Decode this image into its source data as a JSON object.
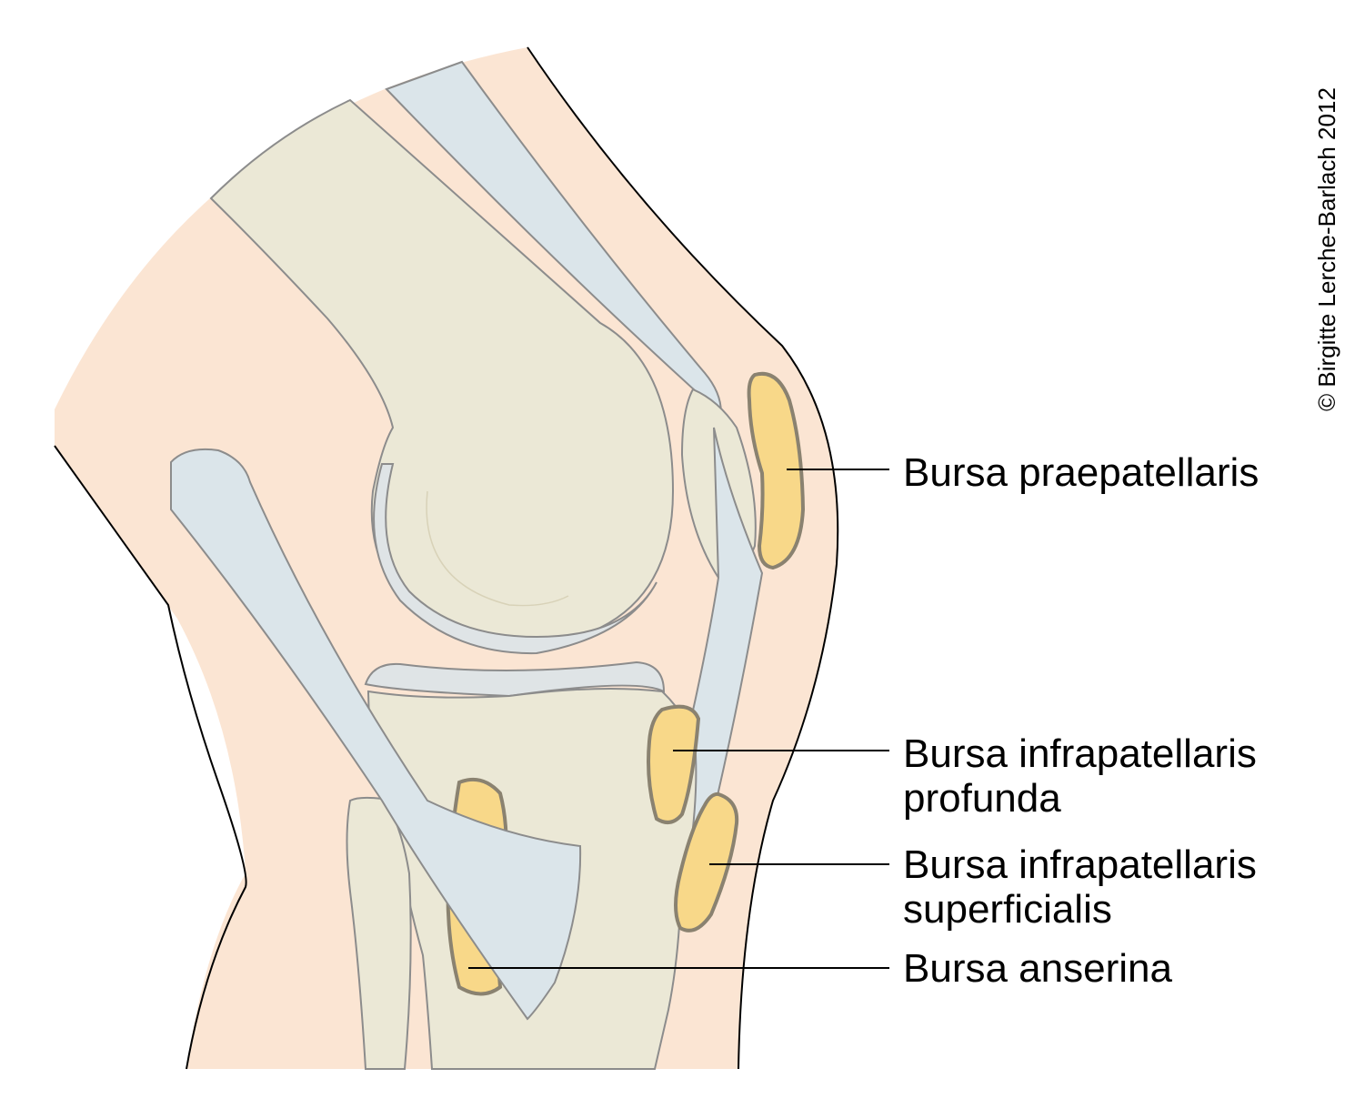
{
  "copyright": "© Birgitte Lerche-Barlach 2012",
  "labels": {
    "praepatellaris": "Bursa praepatellaris",
    "infra_profunda_line1": "Bursa infrapatellaris",
    "infra_profunda_line2": "profunda",
    "infra_superficialis_line1": "Bursa infrapatellaris",
    "infra_superficialis_line2": "superficialis",
    "anserina": "Bursa anserina"
  },
  "colors": {
    "skin": "#fbe5d3",
    "bone": "#ebe8d6",
    "bone_light": "#f6f4ea",
    "cartilage": "#dfe4e6",
    "ligament": "#dbe5ea",
    "bursa_fill": "#f8d889",
    "bursa_stroke": "#8a8270",
    "outline": "#8c8c8c",
    "line": "#000000"
  }
}
